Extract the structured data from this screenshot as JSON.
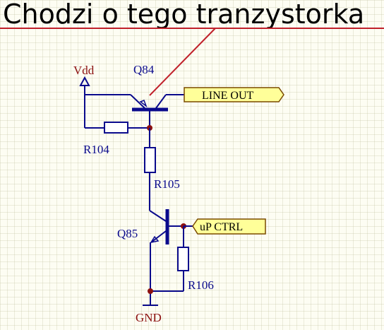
{
  "title": "Chodzi o tego tranzystorka",
  "colors": {
    "title_underline": "#c0202a",
    "pointer_line": "#c0202a",
    "wire": "#0a0a8c",
    "junction": "#8c1010",
    "port_fill": "#ffff99",
    "port_stroke": "#7a4a00",
    "power_label": "#8c1010"
  },
  "components": {
    "q84": {
      "designator": "Q84",
      "type": "transistor",
      "icon": "npn-transistor-symbol"
    },
    "q85": {
      "designator": "Q85",
      "type": "transistor",
      "icon": "npn-transistor-symbol"
    },
    "r104": {
      "designator": "R104",
      "type": "resistor",
      "icon": "resistor-symbol"
    },
    "r105": {
      "designator": "R105",
      "type": "resistor",
      "icon": "resistor-symbol"
    },
    "r106": {
      "designator": "R106",
      "type": "resistor",
      "icon": "resistor-symbol"
    }
  },
  "power": {
    "vdd": {
      "label": "Vdd",
      "icon": "power-arrow-symbol"
    },
    "gnd": {
      "label": "GND",
      "icon": "ground-symbol"
    }
  },
  "ports": {
    "line_out": {
      "label": "LINE OUT"
    },
    "up_ctrl": {
      "label": "uP CTRL"
    }
  }
}
